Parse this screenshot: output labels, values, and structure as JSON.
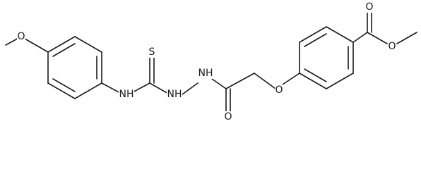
{
  "atoms": {
    "methoxy_o": "O",
    "thiourea_s": "S",
    "aniline_nh": "NH",
    "hydrazide_nh_1": "NH",
    "hydrazide_nh_2": "NH",
    "carbonyl_o": "O",
    "ether_o": "O",
    "ester_carbonyl_o": "O",
    "ester_o": "O"
  },
  "colors": {
    "bond": "#1a1a1a",
    "label": "#1a1a1a",
    "background": "#ffffff"
  }
}
